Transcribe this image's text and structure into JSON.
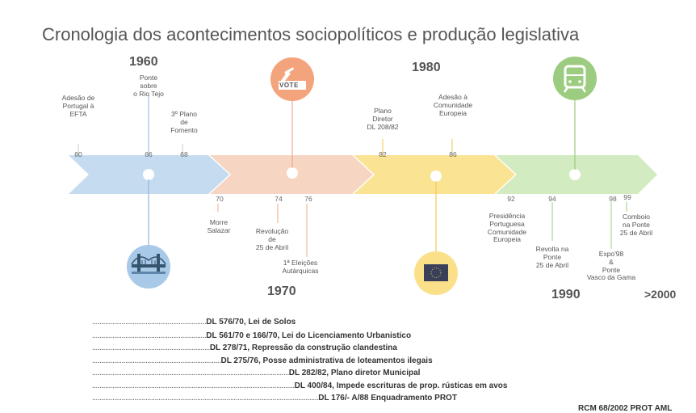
{
  "title": "Cronologia dos acontecimentos sociopolíticos e produção legislativa",
  "decades": {
    "d1960": "1960",
    "d1970": "1970",
    "d1980": "1980",
    "d1990": "1990",
    "d2000": ">2000"
  },
  "colors": {
    "blue": "#bfd9ef",
    "orange": "#f5d3bd",
    "yellow": "#fbe08a",
    "green": "#cde8b8"
  },
  "events_top": [
    {
      "year": "60",
      "label": "Adesão de\nPortugal à\nEFTA"
    },
    {
      "year": "66",
      "label": "Ponte\nsobre\no Rio Tejo"
    },
    {
      "year": "68",
      "label": "3º Plano\nde\nFomento"
    },
    {
      "year": "82",
      "label": "Plano\nDiretor\nDL 208/82"
    },
    {
      "year": "86",
      "label": "Adesão à\nComunidade\nEuropeia"
    }
  ],
  "events_bottom": [
    {
      "year": "70",
      "label": "Morre\nSalazar"
    },
    {
      "year": "74",
      "label": "Revolução\nde\n25 de Abril"
    },
    {
      "year": "76",
      "label": "1ª Eleições\nAutárquicas"
    },
    {
      "year": "92",
      "label": "Presidência\nPortuguesa\nComunidade\nEuropeia"
    },
    {
      "year": "94",
      "label": "Revolta na\nPonte\n25 de Abril"
    },
    {
      "year": "98",
      "label": "Expo'98\n&\nPonte\nVasco da Gama"
    },
    {
      "year": "99",
      "label": "Comboio\nna Ponte\n25 de Abril"
    }
  ],
  "icons": {
    "vote_text": "VOTE",
    "bridge": "bridge-icon",
    "train": "train-icon",
    "eu": "eu-flag-icon"
  },
  "laws": [
    {
      "dots": "..............................................................",
      "text": "DL 576/70, Lei de Solos"
    },
    {
      "dots": "..............................................................",
      "text": "DL 561/70 e 166/70, Lei do Licenciamento Urbanistico"
    },
    {
      "dots": "................................................................",
      "text": "DL 278/71, Repressão da construção clandestina"
    },
    {
      "dots": "......................................................................",
      "text": "DL 275/76, Posse administrativa de loteamentos ilegais"
    },
    {
      "dots": "...........................................................................................................",
      "text": "DL 282/82, Plano diretor Municipal"
    },
    {
      "dots": "..............................................................................................................",
      "text": "DL 400/84, Impede escrituras de prop. rústicas em avos"
    },
    {
      "dots": "...........................................................................................................................",
      "text": "DL 176/- A/88 Enquadramento PROT"
    },
    {
      "dots": "",
      "text": "RCM 68/2002 PROT AML"
    }
  ]
}
